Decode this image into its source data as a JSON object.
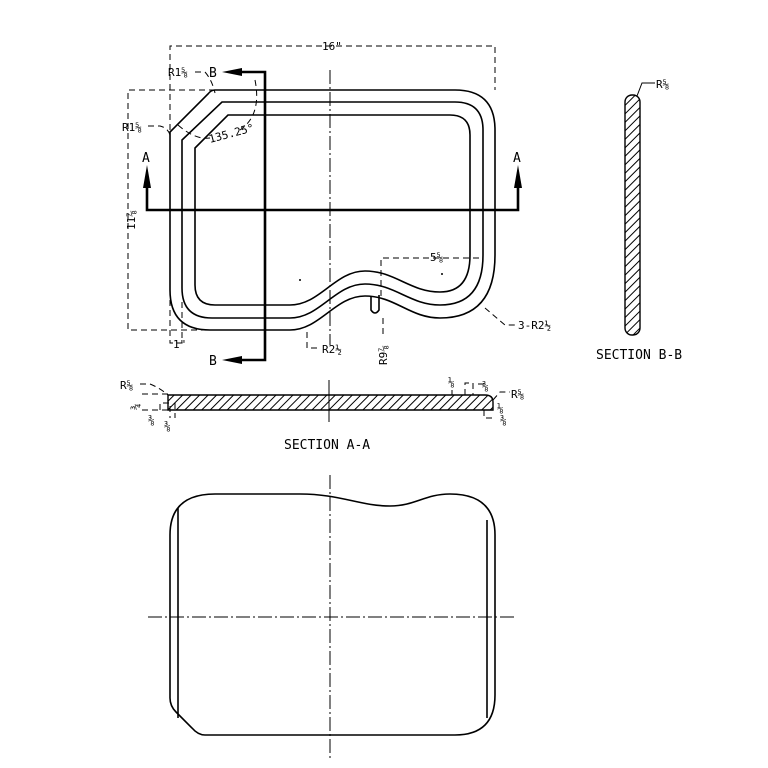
{
  "drawing": {
    "top_view": {
      "overall_width": "16\"",
      "overall_height": "11⅞",
      "rim_width": "1\"",
      "corner_radius_top": "R1⅝",
      "corner_radius_left": "R1⅝",
      "chamfer_angle": "135.25°",
      "depth_offset": "5⅝",
      "bottom_radius": "R2½",
      "slot_radius": "R9⅞",
      "corner_radii": "3-R2½",
      "section_a_label": "A",
      "section_b_label": "B"
    },
    "section_aa": {
      "title": "SECTION A-A",
      "left_radius": "R⅝",
      "left_height": "¾",
      "left_step1": "⅜",
      "left_step2": "⅜",
      "right_top": "⅛",
      "right_step": "⅜",
      "right_radius": "R⅝",
      "right_lower": "⅛",
      "right_bottom": "⅜"
    },
    "section_bb": {
      "title": "SECTION B-B",
      "radius": "R⅝"
    }
  }
}
